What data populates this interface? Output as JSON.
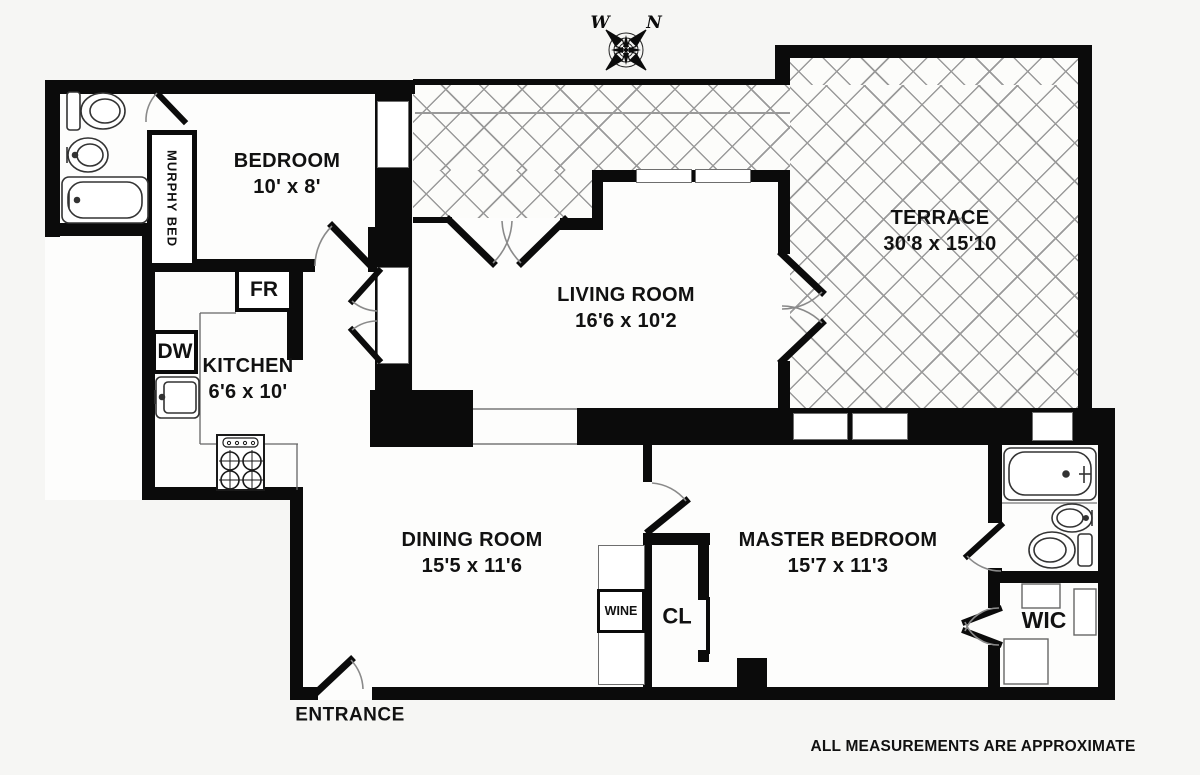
{
  "compass": {
    "west": "W",
    "north": "N"
  },
  "rooms": [
    {
      "id": "bedroom",
      "name": "BEDROOM",
      "dims": "10' x 8'"
    },
    {
      "id": "kitchen",
      "name": "KITCHEN",
      "dims": "6'6 x 10'"
    },
    {
      "id": "living-room",
      "name": "LIVING ROOM",
      "dims": "16'6 x 10'2"
    },
    {
      "id": "terrace",
      "name": "TERRACE",
      "dims": "30'8 x 15'10"
    },
    {
      "id": "dining-room",
      "name": "DINING ROOM",
      "dims": "15'5 x 11'6"
    },
    {
      "id": "master-bedroom",
      "name": "MASTER BEDROOM",
      "dims": "15'7 x 11'3"
    }
  ],
  "labels": {
    "murphy_bed": "MURPHY BED",
    "fridge": "FR",
    "dishwasher": "DW",
    "wine": "WINE",
    "closet": "CL",
    "walk_in_closet": "WIC",
    "entrance": "ENTRANCE"
  },
  "footer": {
    "disclaimer": "ALL MEASUREMENTS ARE APPROXIMATE"
  },
  "colors": {
    "wall": "#0b0b0b",
    "hatch_line": "#9a9a9a",
    "arc": "#8a8a8a"
  }
}
